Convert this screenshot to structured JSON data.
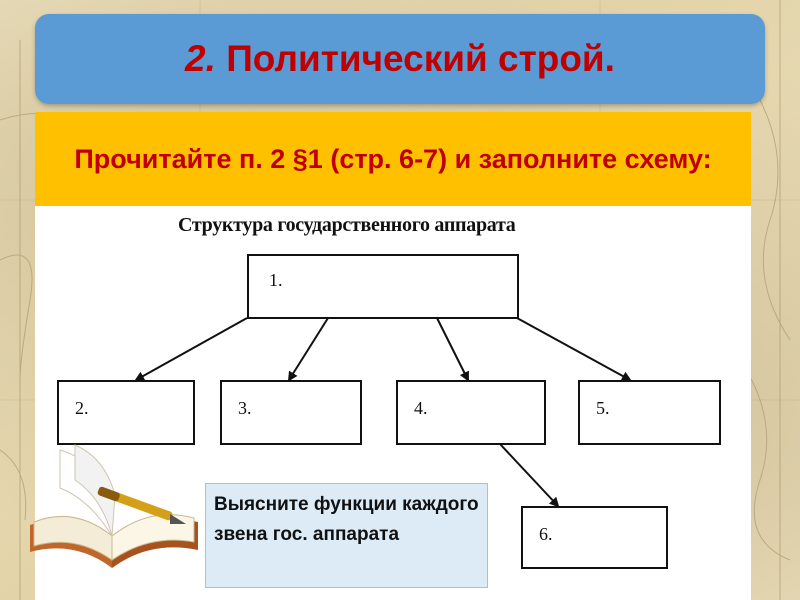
{
  "slide": {
    "title_number": "2.",
    "title_text": "Политический строй.",
    "instruction": "Прочитайте п. 2 §1 (стр. 6-7) и заполните схему:",
    "note": "Выясните функции каждого звена гос. аппарата"
  },
  "diagram": {
    "title": "Структура государственного аппарата",
    "nodes": [
      {
        "id": "1",
        "label": "1."
      },
      {
        "id": "2",
        "label": "2."
      },
      {
        "id": "3",
        "label": "3."
      },
      {
        "id": "4",
        "label": "4."
      },
      {
        "id": "5",
        "label": "5."
      },
      {
        "id": "6",
        "label": "6."
      }
    ],
    "edges": [
      {
        "from": "1",
        "to": "2"
      },
      {
        "from": "1",
        "to": "3"
      },
      {
        "from": "1",
        "to": "4"
      },
      {
        "from": "1",
        "to": "5"
      },
      {
        "from": "4",
        "to": "6"
      }
    ]
  },
  "colors": {
    "title_bg": "#5b9bd5",
    "title_text": "#c00000",
    "instruction_bg": "#ffc000",
    "note_bg": "#ddebf7"
  },
  "icons": {
    "decoration": "open-book-with-pen-icon",
    "background": "old-map-background"
  }
}
